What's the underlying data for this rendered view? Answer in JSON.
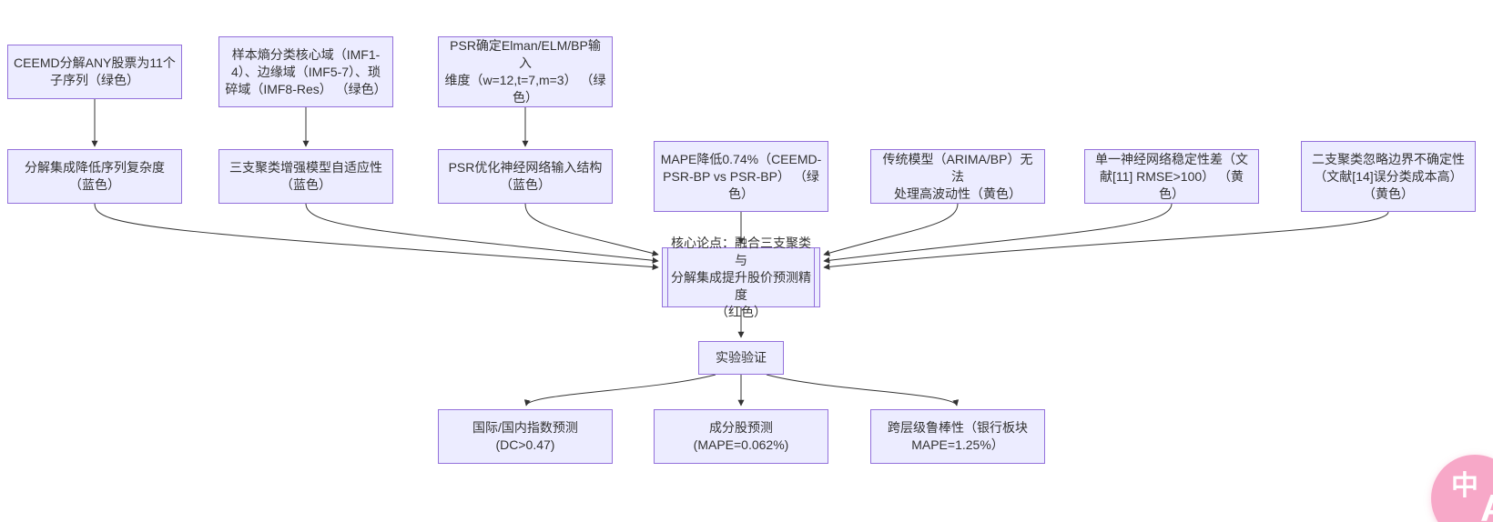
{
  "colors": {
    "canvas_bg": "#ffffff",
    "node_fill": "#ECECFF",
    "node_border": "#9370DB",
    "edge": "#333333",
    "text": "#333333",
    "translate_pink": "#F7A8C8"
  },
  "diagram": {
    "nodes": {
      "ceemd": {
        "label": "CEEMD分解ANY股票为11个\n子序列（绿色）"
      },
      "entropy": {
        "label": "样本熵分类核心域（IMF1-\n4）、边缘域（IMF5-7）、琐\n碎域（IMF8-Res） （绿色）"
      },
      "psr_dim": {
        "label": "PSR确定Elman/ELM/BP输入\n维度（w=12,t=7,m=3） （绿\n色）"
      },
      "decomp": {
        "label": "分解集成降低序列复杂度\n（蓝色）"
      },
      "three_way": {
        "label": "三支聚类增强模型自适应性\n（蓝色）"
      },
      "psr_opt": {
        "label": "PSR优化神经网络输入结构\n（蓝色）"
      },
      "mape": {
        "label": "MAPE降低0.74%（CEEMD-\nPSR-BP vs PSR-BP） （绿\n色）"
      },
      "traditional": {
        "label": "传统模型（ARIMA/BP）无法\n处理高波动性（黄色）"
      },
      "single_nn": {
        "label": "单一神经网络稳定性差（文\n献[11] RMSE>100） （黄色）"
      },
      "two_way": {
        "label": "二支聚类忽略边界不确定性\n（文献[14]误分类成本高）\n（黄色）"
      },
      "core": {
        "label": "核心论点：融合三支聚类与\n分解集成提升股价预测精度\n（红色）"
      },
      "experiment": {
        "label": "实验验证"
      },
      "index_pred": {
        "label": "国际/国内指数预测\n(DC>0.47)"
      },
      "stock_pred": {
        "label": "成分股预测\n(MAPE=0.062%)"
      },
      "robust": {
        "label": "跨层级鲁棒性（银行板块\nMAPE=1.25%）"
      }
    },
    "edges": [
      [
        "ceemd",
        "decomp"
      ],
      [
        "entropy",
        "three_way"
      ],
      [
        "psr_dim",
        "psr_opt"
      ],
      [
        "decomp",
        "core"
      ],
      [
        "three_way",
        "core"
      ],
      [
        "psr_opt",
        "core"
      ],
      [
        "mape",
        "core"
      ],
      [
        "traditional",
        "core"
      ],
      [
        "single_nn",
        "core"
      ],
      [
        "two_way",
        "core"
      ],
      [
        "core",
        "experiment"
      ],
      [
        "experiment",
        "index_pred"
      ],
      [
        "experiment",
        "stock_pred"
      ],
      [
        "experiment",
        "robust"
      ]
    ]
  },
  "widgets": {
    "translate_button": {
      "zh": "中",
      "en": "A"
    }
  }
}
